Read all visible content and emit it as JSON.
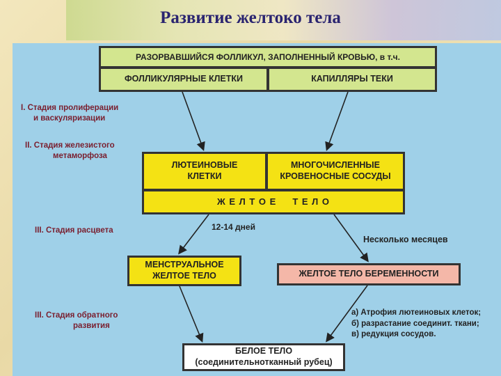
{
  "title": "Развитие желтоко тела",
  "top": {
    "header": "РАЗОРВАВШИЙСЯ ФОЛЛИКУЛ, ЗАПОЛНЕННЫЙ КРОВЬЮ, в т.ч.",
    "left": "ФОЛЛИКУЛЯРНЫЕ КЛЕТКИ",
    "right": "КАПИЛЛЯРЫ ТЕКИ"
  },
  "stages": {
    "s1_line1": "I. Стадия пролиферации",
    "s1_line2": "и васкуляризации",
    "s2_line1": "II. Стадия железистого",
    "s2_line2": "метаморфоза",
    "s3": "III. Стадия расцвета",
    "s4_line1": "III. Стадия обратного",
    "s4_line2": "развития"
  },
  "middle": {
    "left_line1": "ЛЮТЕИНОВЫЕ",
    "left_line2": "КЛЕТКИ",
    "right_line1": "МНОГОЧИСЛЕННЫЕ",
    "right_line2": "КРОВЕНОСНЫЕ СОСУДЫ",
    "bottom": "Ж Е Л Т О Е     Т Е Л О"
  },
  "durations": {
    "left": "12-14 дней",
    "right": "Несколько месяцев"
  },
  "menstrual": {
    "line1": "МЕНСТРУАЛЬНОЕ",
    "line2": "ЖЕЛТОЕ ТЕЛО"
  },
  "pregnancy": "ЖЕЛТОЕ ТЕЛО БЕРЕМЕННОСТИ",
  "regression": {
    "a": "а) Атрофия лютеиновых клеток;",
    "b": "б) разрастание соединит. ткани;",
    "c": "в) редукция сосудов."
  },
  "white_body": {
    "line1": "БЕЛОЕ ТЕЛО",
    "line2": "(соединительнотканный рубец)"
  }
}
